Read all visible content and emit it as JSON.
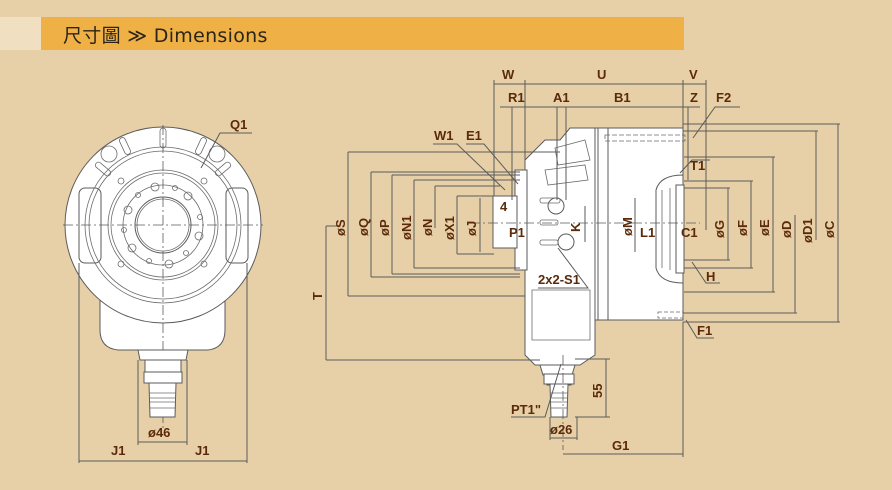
{
  "header": {
    "title": "尺寸圖 ≫ Dimensions",
    "title_cjk": "尺寸圖",
    "separator": "≫",
    "title_en": "Dimensions",
    "bar_color": "#efb146",
    "background_color": "#e7d0a7"
  },
  "front_view": {
    "labels": {
      "Q1": "Q1",
      "phi46": "ø46",
      "J1_left": "J1",
      "J1_right": "J1"
    }
  },
  "side_view": {
    "top_dims": {
      "W": "W",
      "U": "U",
      "V": "V",
      "R1": "R1",
      "A1": "A1",
      "B1": "B1",
      "Z": "Z",
      "F2": "F2"
    },
    "left_dims": {
      "T": "T",
      "S": "øS",
      "Q": "øQ",
      "P": "øP",
      "N1": "øN1",
      "N": "øN",
      "X1": "øX1",
      "J": "øJ"
    },
    "callouts": {
      "W1": "W1",
      "E1": "E1",
      "four": "4",
      "P1": "P1",
      "K": "K",
      "S1": "2x2-S1",
      "M": "øM",
      "L1": "L1",
      "C1": "C1",
      "T1": "T1",
      "H": "H",
      "F1": "F1"
    },
    "right_dims": {
      "G": "øG",
      "F": "øF",
      "E": "øE",
      "D": "øD",
      "D1": "øD1",
      "C": "øC"
    },
    "bottom_dims": {
      "h55": "55",
      "PT1": "PT1\"",
      "phi26": "ø26",
      "G1": "G1"
    }
  }
}
